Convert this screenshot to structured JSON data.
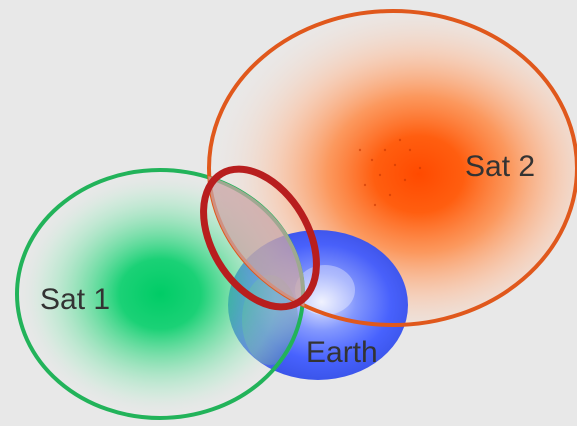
{
  "diagram": {
    "labels": {
      "sat1": "Sat 1",
      "sat2": "Sat 2",
      "earth": "Earth"
    },
    "colors": {
      "background": "#e8e8e8",
      "sat1_fill": "#00cc66",
      "sat1_outline": "#22b35a",
      "sat2_fill": "#ff5a00",
      "sat2_outline": "#e0581c",
      "earth_fill": "#3f5bff",
      "overlap_outline": "#b81e1e",
      "label_text": "#333333"
    }
  }
}
